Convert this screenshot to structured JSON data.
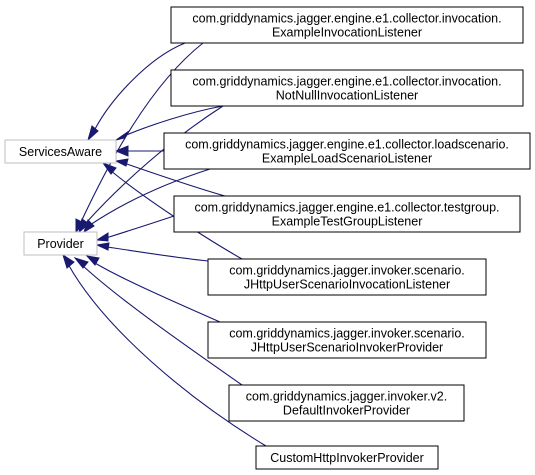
{
  "colors": {
    "edge": "#191970",
    "base_border": "#bfbfbf",
    "class_border": "#000000",
    "text": "#000000"
  },
  "nodes": [
    {
      "id": "services-aware",
      "lines": [
        "ServicesAware"
      ],
      "kind": "base"
    },
    {
      "id": "provider",
      "lines": [
        "Provider"
      ],
      "kind": "base"
    },
    {
      "id": "example-invocation-listener",
      "lines": [
        "com.griddynamics.jagger.engine.e1.collector.invocation.",
        "ExampleInvocationListener"
      ],
      "kind": "class"
    },
    {
      "id": "not-null-invocation-listener",
      "lines": [
        "com.griddynamics.jagger.engine.e1.collector.invocation.",
        "NotNullInvocationListener"
      ],
      "kind": "class"
    },
    {
      "id": "example-load-scenario-listener",
      "lines": [
        "com.griddynamics.jagger.engine.e1.collector.loadscenario.",
        "ExampleLoadScenarioListener"
      ],
      "kind": "class"
    },
    {
      "id": "example-test-group-listener",
      "lines": [
        "com.griddynamics.jagger.engine.e1.collector.testgroup.",
        "ExampleTestGroupListener"
      ],
      "kind": "class"
    },
    {
      "id": "jhttp-user-scenario-invocation-listener",
      "lines": [
        "com.griddynamics.jagger.invoker.scenario.",
        "JHttpUserScenarioInvocationListener"
      ],
      "kind": "class"
    },
    {
      "id": "jhttp-user-scenario-invoker-provider",
      "lines": [
        "com.griddynamics.jagger.invoker.scenario.",
        "JHttpUserScenarioInvokerProvider"
      ],
      "kind": "class"
    },
    {
      "id": "default-invoker-provider",
      "lines": [
        "com.griddynamics.jagger.invoker.v2.",
        "DefaultInvokerProvider"
      ],
      "kind": "class"
    },
    {
      "id": "custom-http-invoker-provider",
      "lines": [
        "CustomHttpInvokerProvider"
      ],
      "kind": "class"
    }
  ],
  "edges": [
    {
      "from": "example-invocation-listener",
      "to": "services-aware"
    },
    {
      "from": "not-null-invocation-listener",
      "to": "services-aware"
    },
    {
      "from": "example-load-scenario-listener",
      "to": "services-aware"
    },
    {
      "from": "example-test-group-listener",
      "to": "services-aware"
    },
    {
      "from": "jhttp-user-scenario-invocation-listener",
      "to": "services-aware"
    },
    {
      "from": "example-invocation-listener",
      "to": "provider"
    },
    {
      "from": "not-null-invocation-listener",
      "to": "provider"
    },
    {
      "from": "example-load-scenario-listener",
      "to": "provider"
    },
    {
      "from": "example-test-group-listener",
      "to": "provider"
    },
    {
      "from": "jhttp-user-scenario-invocation-listener",
      "to": "provider"
    },
    {
      "from": "jhttp-user-scenario-invoker-provider",
      "to": "provider"
    },
    {
      "from": "default-invoker-provider",
      "to": "provider"
    },
    {
      "from": "custom-http-invoker-provider",
      "to": "provider"
    }
  ]
}
